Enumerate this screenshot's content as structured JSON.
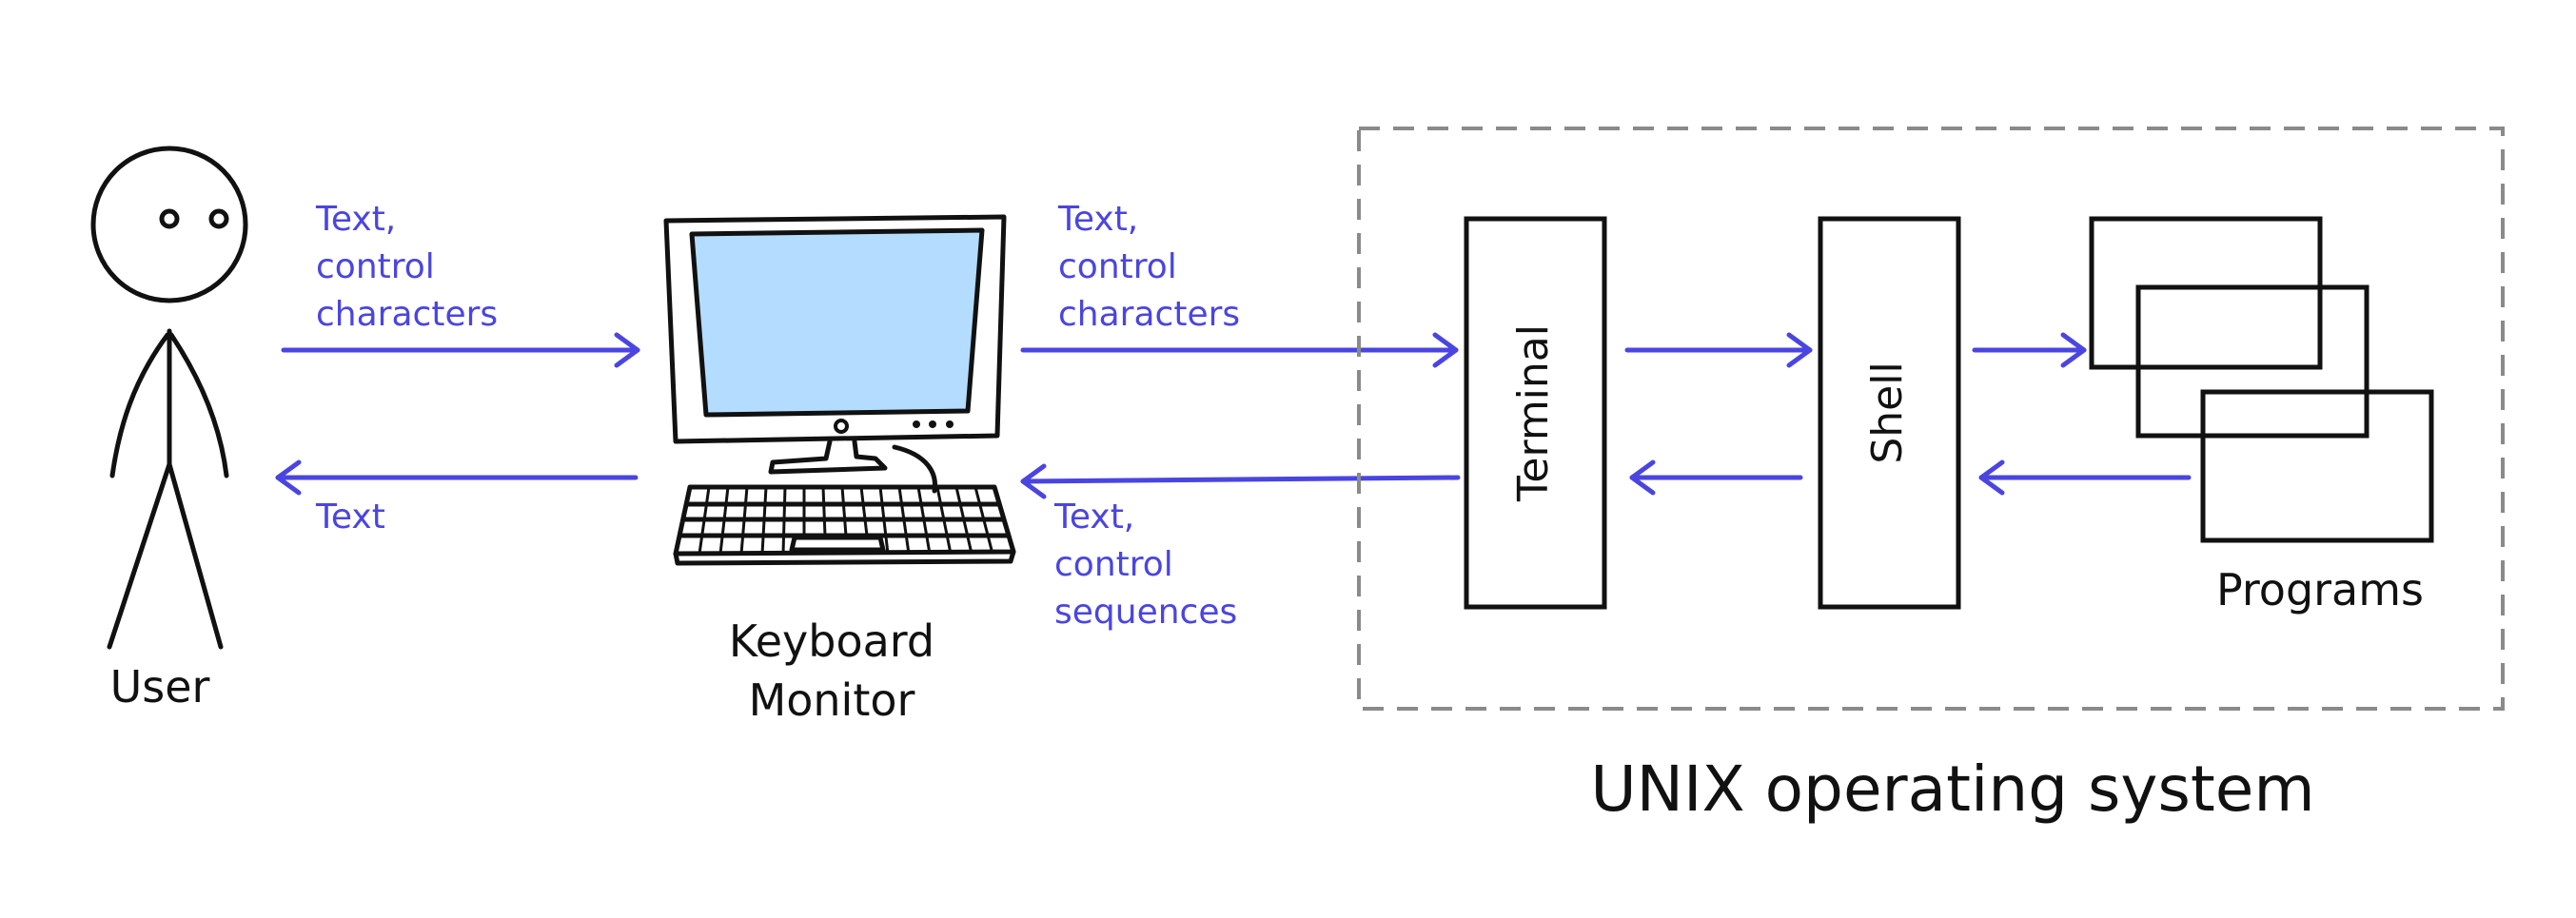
{
  "labels": {
    "user": "User",
    "keyboard": "Keyboard",
    "monitor": "Monitor",
    "terminal": "Terminal",
    "shell": "Shell",
    "programs": "Programs",
    "system": "UNIX operating system"
  },
  "flows": {
    "user_to_device": [
      "Text,",
      "control",
      "characters"
    ],
    "device_to_user": [
      "Text"
    ],
    "device_to_terminal": [
      "Text,",
      "control",
      "characters"
    ],
    "terminal_to_device": [
      "Text,",
      "control",
      "sequences"
    ]
  },
  "colors": {
    "arrow": "#4a45e0",
    "ink": "#111111",
    "screen": "#b3dcff",
    "boundary": "#8a8a8a"
  }
}
